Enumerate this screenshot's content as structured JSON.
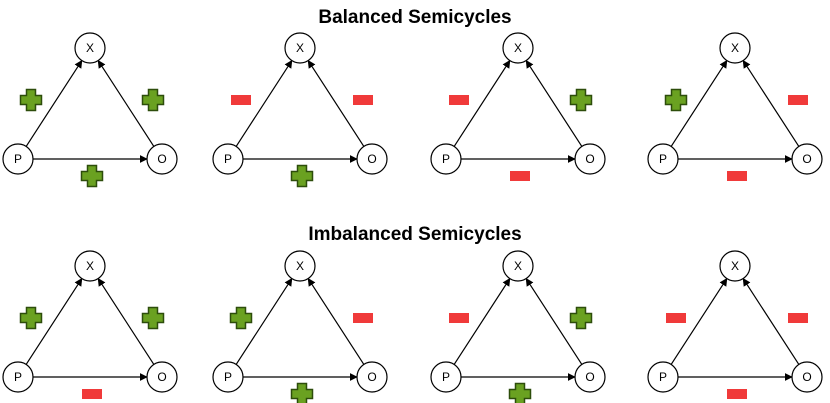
{
  "colors": {
    "plus_fill": "#6aa121",
    "plus_stroke": "#2d4d0b",
    "minus_fill": "#f03a3a",
    "edge": "#000000",
    "node_fill": "#ffffff",
    "node_stroke": "#000000"
  },
  "node_labels": {
    "x": "X",
    "p": "P",
    "o": "O"
  },
  "sections": [
    {
      "title": "Balanced Semicycles",
      "triads": [
        {
          "px_sign": "plus",
          "ox_sign": "plus",
          "po_sign": "plus"
        },
        {
          "px_sign": "minus",
          "ox_sign": "minus",
          "po_sign": "plus"
        },
        {
          "px_sign": "minus",
          "ox_sign": "plus",
          "po_sign": "minus"
        },
        {
          "px_sign": "plus",
          "ox_sign": "minus",
          "po_sign": "minus"
        }
      ]
    },
    {
      "title": "Imbalanced Semicycles",
      "triads": [
        {
          "px_sign": "plus",
          "ox_sign": "plus",
          "po_sign": "minus"
        },
        {
          "px_sign": "plus",
          "ox_sign": "minus",
          "po_sign": "plus"
        },
        {
          "px_sign": "minus",
          "ox_sign": "plus",
          "po_sign": "plus"
        },
        {
          "px_sign": "minus",
          "ox_sign": "minus",
          "po_sign": "minus"
        }
      ]
    }
  ]
}
